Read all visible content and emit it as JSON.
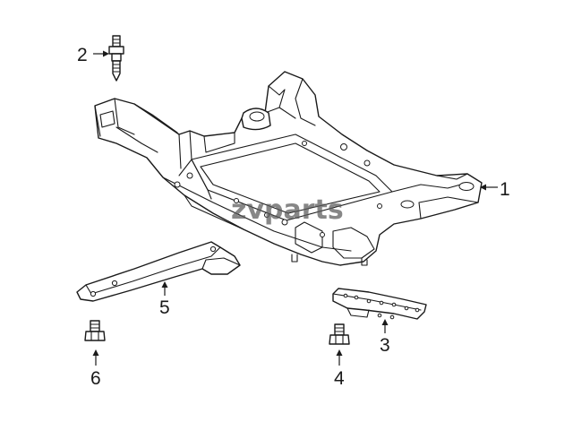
{
  "watermark": "zvparts",
  "callouts": {
    "c1": "1",
    "c2": "2",
    "c3": "3",
    "c4": "4",
    "c5": "5",
    "c6": "6"
  }
}
